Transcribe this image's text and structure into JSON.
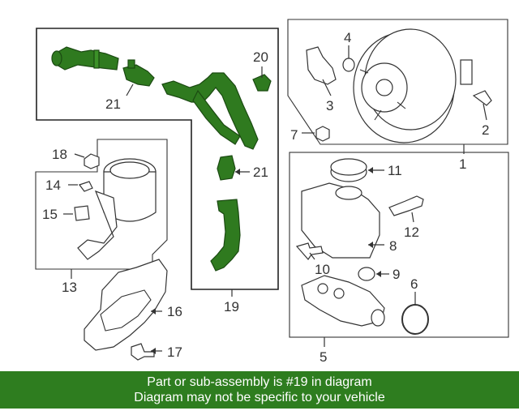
{
  "callouts": {
    "c1": "1",
    "c2": "2",
    "c3": "3",
    "c4": "4",
    "c5": "5",
    "c6": "6",
    "c7": "7",
    "c8": "8",
    "c9": "9",
    "c10": "10",
    "c11": "11",
    "c12": "12",
    "c13": "13",
    "c14": "14",
    "c15": "15",
    "c16": "16",
    "c17": "17",
    "c18": "18",
    "c19": "19",
    "c20": "20",
    "c21a": "21",
    "c21b": "21"
  },
  "highlight_color": "#2e7d1f",
  "banner": {
    "line1": "Part or sub-assembly is #19 in diagram",
    "line2": "Diagram may not be specific to your vehicle"
  }
}
